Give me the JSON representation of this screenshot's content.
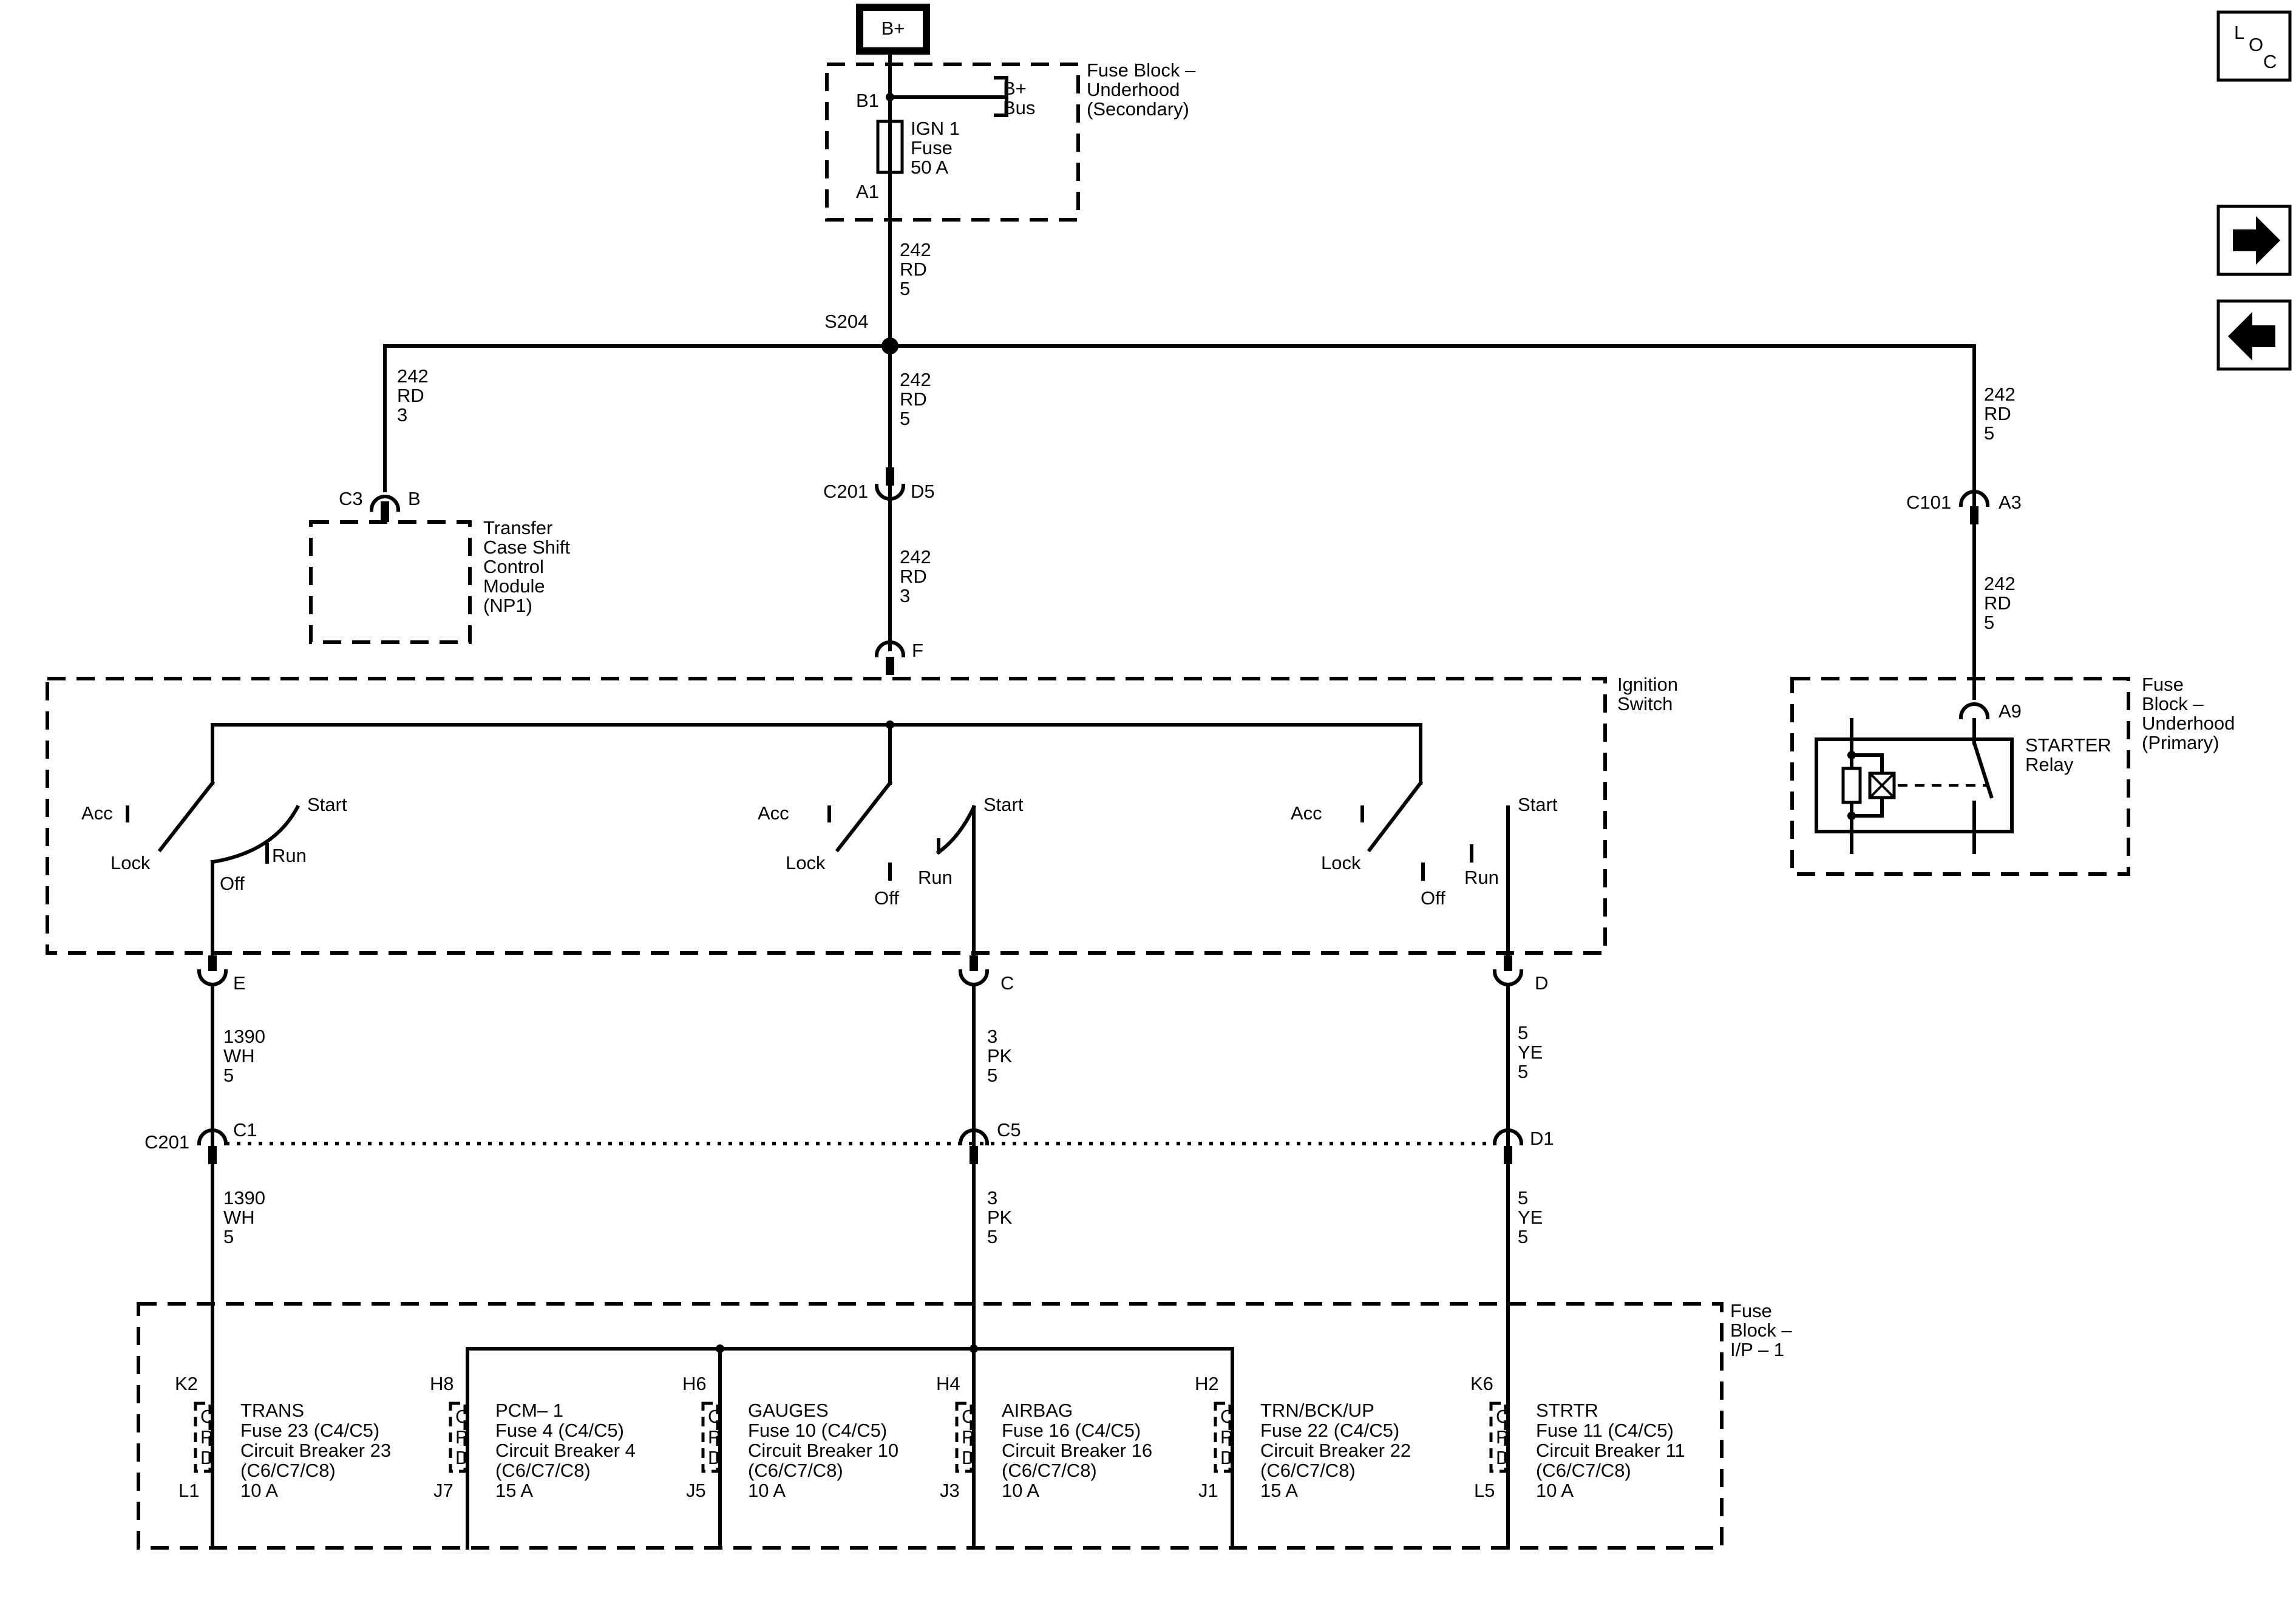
{
  "power": {
    "battery": "B+"
  },
  "nav": {
    "loc": [
      "L",
      "O",
      "C"
    ]
  },
  "fuse_block_secondary": {
    "title": [
      "Fuse Block –",
      "Underhood",
      "(Secondary)"
    ],
    "bus": [
      "B+",
      "Bus"
    ],
    "fuse": [
      "IGN 1",
      "Fuse",
      "50 A"
    ],
    "pin_in": "B1",
    "pin_out": "A1"
  },
  "splice": "S204",
  "circuit_242_5": [
    "242",
    "RD",
    "5"
  ],
  "circuit_242_3": [
    "242",
    "RD",
    "3"
  ],
  "transfer_case": {
    "connector": "C3",
    "pin": "B",
    "title": [
      "Transfer",
      "Case Shift",
      "Control",
      "Module",
      "(NP1)"
    ]
  },
  "c201_top": {
    "connector": "C201",
    "pin": "D5"
  },
  "ign_pin_f": "F",
  "c101": {
    "connector": "C101",
    "pin": "A3"
  },
  "ignition_switch": {
    "title": [
      "Ignition",
      "Switch"
    ],
    "positions": {
      "acc": "Acc",
      "lock": "Lock",
      "off": "Off",
      "run": "Run",
      "start": "Start"
    },
    "pins": [
      "E",
      "C",
      "D"
    ]
  },
  "fuse_block_primary": {
    "title": [
      "Fuse",
      "Block –",
      "Underhood",
      "(Primary)"
    ],
    "pin": "A9",
    "relay": [
      "STARTER",
      "Relay"
    ]
  },
  "circuits_lower": {
    "wh": [
      "1390",
      "WH",
      "5"
    ],
    "pk": [
      "3",
      "PK",
      "5"
    ],
    "ye": [
      "5",
      "YE",
      "5"
    ]
  },
  "c201_bottom": {
    "connector": "C201",
    "pins": [
      "C1",
      "C5",
      "D1"
    ]
  },
  "fuse_block_ip": {
    "title": [
      "Fuse",
      "Block –",
      "I/P – 1"
    ],
    "cpd": [
      "C",
      "P",
      "D"
    ],
    "fuses": [
      {
        "top_pin": "K2",
        "bottom_pin": "L1",
        "lines": [
          "TRANS",
          "Fuse 23 (C4/C5)",
          "Circuit Breaker 23",
          "(C6/C7/C8)",
          "10 A"
        ]
      },
      {
        "top_pin": "H8",
        "bottom_pin": "J7",
        "lines": [
          "PCM– 1",
          "Fuse 4 (C4/C5)",
          "Circuit Breaker 4",
          "(C6/C7/C8)",
          "15 A"
        ]
      },
      {
        "top_pin": "H6",
        "bottom_pin": "J5",
        "lines": [
          "GAUGES",
          "Fuse 10 (C4/C5)",
          "Circuit Breaker 10",
          "(C6/C7/C8)",
          "10 A"
        ]
      },
      {
        "top_pin": "H4",
        "bottom_pin": "J3",
        "lines": [
          "AIRBAG",
          "Fuse 16 (C4/C5)",
          "Circuit Breaker 16",
          "(C6/C7/C8)",
          "10 A"
        ]
      },
      {
        "top_pin": "H2",
        "bottom_pin": "J1",
        "lines": [
          "TRN/BCK/UP",
          "Fuse 22 (C4/C5)",
          "Circuit Breaker 22",
          "(C6/C7/C8)",
          "15 A"
        ]
      },
      {
        "top_pin": "K6",
        "bottom_pin": "L5",
        "lines": [
          "STRTR",
          "Fuse 11 (C4/C5)",
          "Circuit Breaker 11",
          "(C6/C7/C8)",
          "10 A"
        ]
      }
    ]
  }
}
